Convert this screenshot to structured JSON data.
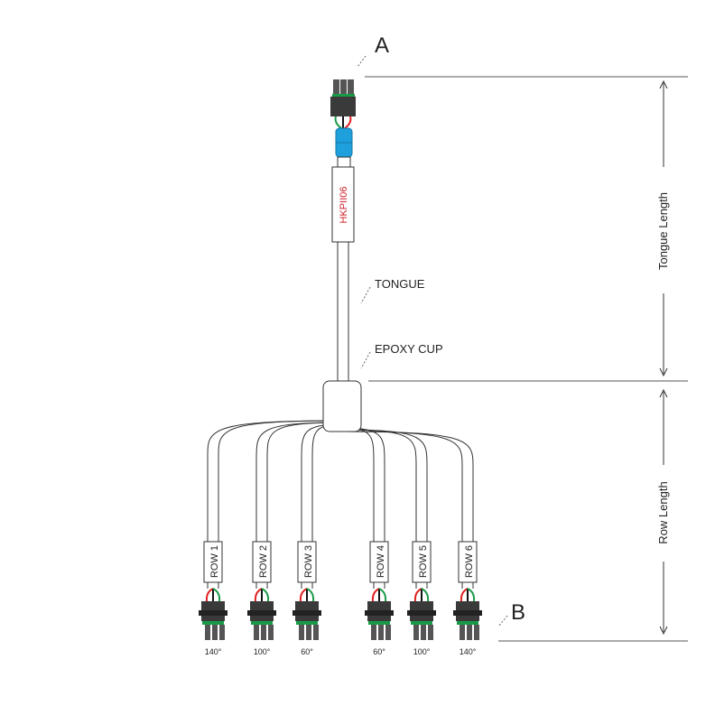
{
  "markers": {
    "a": "A",
    "b": "B"
  },
  "part_number": "HKPII06",
  "callouts": {
    "tongue": "TONGUE",
    "epoxy_cup": "EPOXY CUP"
  },
  "dimensions": {
    "tongue_length": "Tongue Length",
    "row_length": "Row Length"
  },
  "rows": [
    {
      "label": "ROW 1",
      "angle": "140°"
    },
    {
      "label": "ROW 2",
      "angle": "100°"
    },
    {
      "label": "ROW 3",
      "angle": "60°"
    },
    {
      "label": "ROW 4",
      "angle": "60°"
    },
    {
      "label": "ROW 5",
      "angle": "100°"
    },
    {
      "label": "ROW 6",
      "angle": "140°"
    }
  ],
  "colors": {
    "wire_red": "#e0201f",
    "wire_green": "#1a9a48",
    "connector": "#3a3a3a",
    "sleeve": "#1ea0dc",
    "part_text": "#d0202a"
  }
}
